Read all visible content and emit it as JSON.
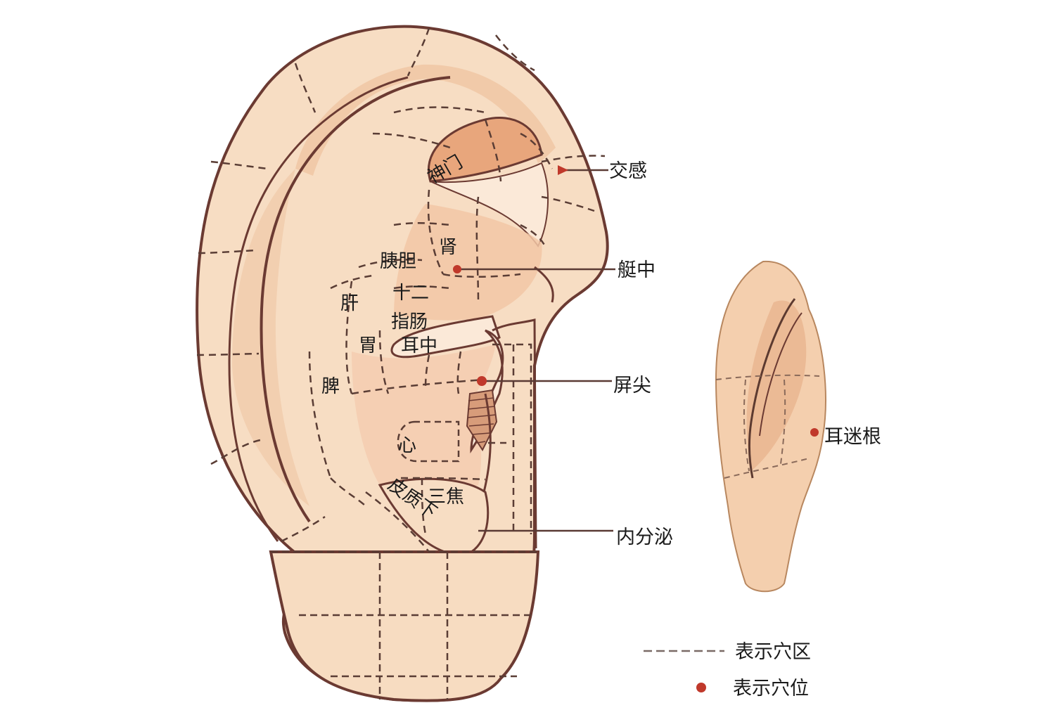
{
  "colors": {
    "background": "#ffffff",
    "skin": "#f7ddc3",
    "skin_light": "#fbe9d8",
    "skin_shade": "#e9b48e",
    "skin_deep": "#e8a67c",
    "outline": "#6b3a32",
    "dashed": "#5a3d35",
    "acupoint": "#c0392b",
    "leader": "#5a3a34",
    "text": "#1a1a1a"
  },
  "ear_labels": {
    "shenmen": "神门",
    "shen": "肾",
    "yidan": "胰胆",
    "gan": "肝",
    "shier": "十二",
    "zhichang": "指肠",
    "wei": "胃",
    "erzhong": "耳中",
    "pi": "脾",
    "xin": "心",
    "sanjiao": "三焦",
    "pizhixia": "皮质下"
  },
  "callouts": {
    "jiaogan": "交感",
    "tingzhong": "艇中",
    "pingjian": "屏尖",
    "neifenmi": "内分泌",
    "ermigen": "耳迷根"
  },
  "legend": {
    "area_label": "表示穴区",
    "point_label": "表示穴位"
  }
}
